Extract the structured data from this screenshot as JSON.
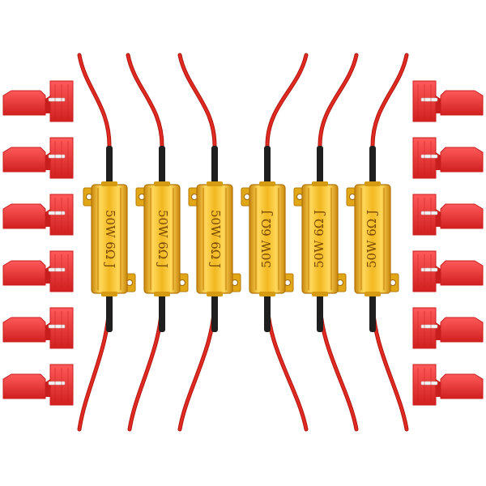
{
  "scene": {
    "background": "#ffffff",
    "colors": {
      "wire": "#e02a22",
      "wire_dark": "#b0160f",
      "heat_shrink": "#1f1f1f",
      "resistor_body": "#f1b820",
      "resistor_highlight": "#ffe07a",
      "resistor_shadow": "#c9870c",
      "tap_connector": "#f03a3a",
      "tap_connector_dark": "#c81e1e",
      "tap_blade": "#f4f4f4"
    },
    "resistors": [
      {
        "name": "resistor-1",
        "label": "50W 6Ω J",
        "orientation": "top-down"
      },
      {
        "name": "resistor-2",
        "label": "50W 6Ω J",
        "orientation": "top-down"
      },
      {
        "name": "resistor-3",
        "label": "50W 6Ω J",
        "orientation": "top-down"
      },
      {
        "name": "resistor-4",
        "label": "50W 6Ω J",
        "orientation": "bottom-up"
      },
      {
        "name": "resistor-5",
        "label": "50W 6Ω J",
        "orientation": "bottom-up"
      },
      {
        "name": "resistor-6",
        "label": "50W 6Ω J",
        "orientation": "bottom-up"
      }
    ],
    "tap_connectors": {
      "left_count": 6,
      "right_count": 6
    }
  }
}
